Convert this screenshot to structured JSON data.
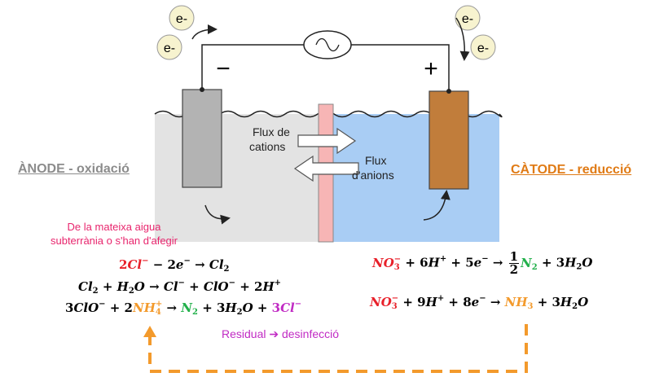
{
  "diagram": {
    "electron_label": "e-",
    "minus_sign": "−",
    "plus_sign": "+",
    "cation_flow": "Flux de\ncations",
    "anion_flow": "Flux\nd'anions",
    "anode_heading": "ÀNODE - oxidació",
    "cathode_heading": "CÀTODE - reducció",
    "anode_note": "De la mateixa aigua\nsubterrània o s'han d'afegir",
    "residual_note": "Residual ➔ desinfecció",
    "colors": {
      "anode_heading": "#8c8c8c",
      "cathode_heading": "#e07b16",
      "water": "#a9cdf4",
      "anode_water": "#e3e3e3",
      "membrane": "#f7b5b5",
      "anode_electrode": "#b3b3b3",
      "cathode_electrode": "#c17d3b",
      "red": "#e8202a",
      "green": "#22b04b",
      "orange": "#f39a2c",
      "magenta": "#c12bc4",
      "anode_note": "#e8256d",
      "dashed_arrow": "#f39a2c"
    }
  },
  "equations": {
    "a1": {
      "t1": "2",
      "t2": "Cl",
      "t3": "−",
      "t4": " − 2",
      "t5": "e",
      "t6": "−",
      "t7": " → ",
      "t8": "Cl",
      "t9": "2"
    },
    "a2": {
      "t1": "Cl",
      "t2": "2",
      "t3": " + ",
      "t4": "H",
      "t5": "2",
      "t6": "O",
      "t7": " → ",
      "t8": "Cl",
      "t9": "−",
      "t10": " + ",
      "t11": "ClO",
      "t12": "−",
      "t13": " + 2",
      "t14": "H",
      "t15": "+"
    },
    "a3": {
      "t1": "3",
      "t2": "ClO",
      "t3": "−",
      "t4": " + 2",
      "t5": "NH",
      "t6": "+",
      "t7": "4",
      "t8": " → ",
      "t9": "N",
      "t10": "2",
      "t11": " + 3",
      "t12": "H",
      "t13": "2",
      "t14": "O",
      "t15": " + ",
      "t16": "3",
      "t17": "Cl",
      "t18": "−"
    },
    "c1": {
      "t1": "NO",
      "t2": "−",
      "t3": "3",
      "t4": " + 6",
      "t5": "H",
      "t6": "+",
      "t7": " + 5",
      "t8": "e",
      "t9": "−",
      "t10": " → ",
      "num": "1",
      "den": "2",
      "t11": "N",
      "t12": "2",
      "t13": " + 3",
      "t14": "H",
      "t15": "2",
      "t16": "O"
    },
    "c2": {
      "t1": "NO",
      "t2": "−",
      "t3": "3",
      "t4": " + 9",
      "t5": "H",
      "t6": "+",
      "t7": " + 8",
      "t8": "e",
      "t9": "−",
      "t10": " → ",
      "t11": "NH",
      "t12": "3",
      "t13": " + 3",
      "t14": "H",
      "t15": "2",
      "t16": "O"
    }
  }
}
